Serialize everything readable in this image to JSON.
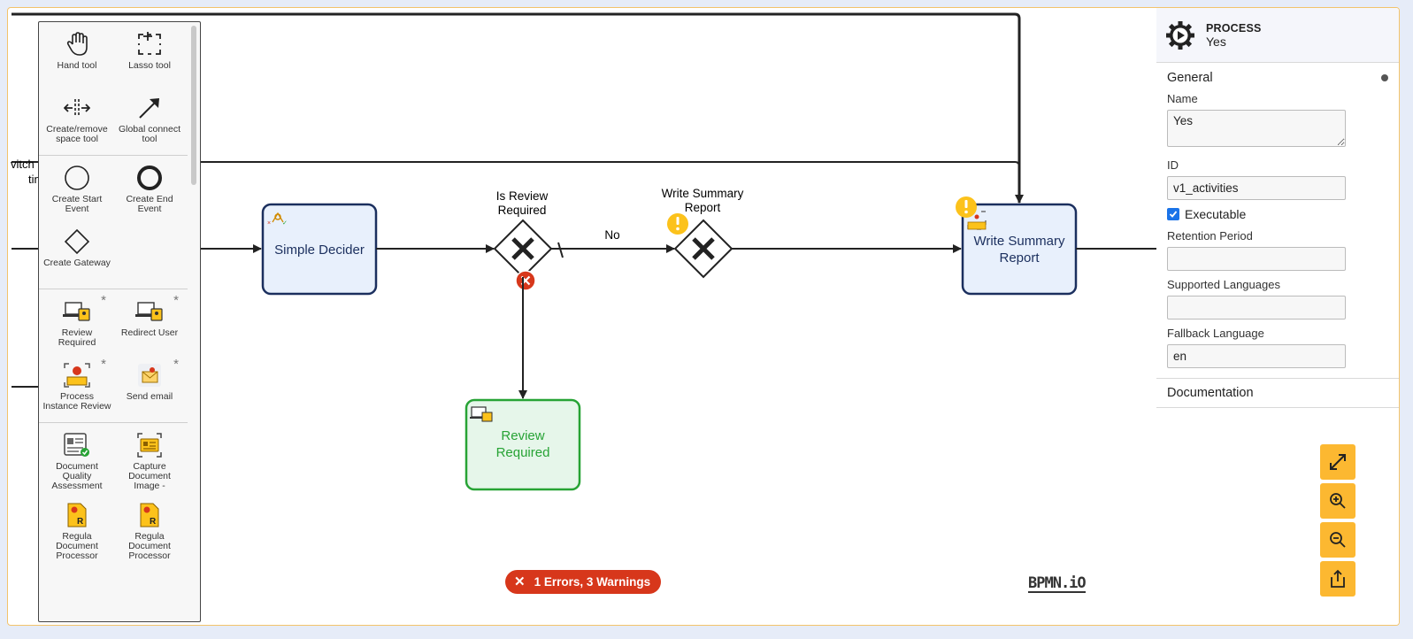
{
  "palette": {
    "groups": [
      {
        "items": [
          {
            "label": "Hand tool",
            "icon": "hand-icon"
          },
          {
            "label": "Lasso tool",
            "icon": "lasso-icon"
          },
          {
            "label": "Create/remove space tool",
            "icon": "space-tool-icon"
          },
          {
            "label": "Global connect tool",
            "icon": "connect-arrow-icon"
          }
        ]
      },
      {
        "items": [
          {
            "label": "Create Start Event",
            "icon": "start-event-icon"
          },
          {
            "label": "Create End Event",
            "icon": "end-event-icon"
          },
          {
            "label": "Create Gateway",
            "icon": "gateway-icon"
          }
        ]
      },
      {
        "items": [
          {
            "label": "Review Required",
            "icon": "laptop-user-icon",
            "star": "*"
          },
          {
            "label": "Redirect User",
            "icon": "laptop-user-icon",
            "star": "*"
          },
          {
            "label": "Process Instance Review",
            "icon": "instance-review-icon",
            "star": "*"
          },
          {
            "label": "Send email",
            "icon": "email-icon",
            "star": "*"
          }
        ]
      },
      {
        "items": [
          {
            "label": "Document Quality Assessment",
            "icon": "document-quality-icon"
          },
          {
            "label": "Capture Document Image -",
            "icon": "capture-document-icon"
          },
          {
            "label": "Regula Document Processor",
            "icon": "regula-document-icon"
          },
          {
            "label": "Regula Document Processor",
            "icon": "regula-document-icon"
          }
        ]
      }
    ]
  },
  "diagram": {
    "partial_label_line1": "vitch",
    "partial_label_line2": "tin",
    "simple_decider": "Simple Decider",
    "gateway1_line1": "Is Review",
    "gateway1_line2": "Required",
    "flow_no": "No",
    "gateway2_line1": "Write Summary",
    "gateway2_line2": "Report",
    "task_write_line1": "Write Summary",
    "task_write_line2": "Report",
    "task_review_line1": "Review",
    "task_review_line2": "Required"
  },
  "properties": {
    "element_type": "PROCESS",
    "element_name": "Yes",
    "general_title": "General",
    "name_label": "Name",
    "name_value": "Yes",
    "id_label": "ID",
    "id_value": "v1_activities",
    "executable_label": "Executable",
    "executable_checked": true,
    "retention_label": "Retention Period",
    "retention_value": "",
    "languages_label": "Supported Languages",
    "languages_value": "",
    "fallback_label": "Fallback Language",
    "fallback_value": "en",
    "documentation_title": "Documentation"
  },
  "status": {
    "errors_text": "1 Errors, 3 Warnings"
  },
  "branding": {
    "logo_text": "BPMN.iO"
  },
  "colors": {
    "task_fill": "#e8f0fc",
    "task_stroke": "#1b2f5e",
    "review_fill": "#e6f6ea",
    "review_stroke": "#27a335",
    "warning": "#fcc21b",
    "error": "#d7371b",
    "zoom_button": "#fcb831"
  }
}
